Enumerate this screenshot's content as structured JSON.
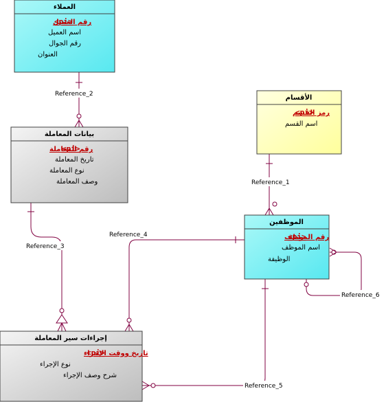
{
  "colors": {
    "line": "#800040",
    "cyan": "#6ff0f0",
    "yellow": "#ffffc0",
    "gray": "#d8d8d8",
    "key": "#c00000"
  },
  "entities": {
    "customers": {
      "title": "العملاء",
      "pk_label": "رقم العميل",
      "pi": "<pi>",
      "attrs": [
        "اسم العميل",
        "رقم الجوال",
        "العنوان"
      ]
    },
    "departments": {
      "title": "الأقسام",
      "pk_label": "رمز القسم",
      "pi": "<pi>",
      "attrs": [
        "اسم القسم"
      ]
    },
    "transactions": {
      "title": "بيانات المعاملة",
      "pk_label": "رقم المعاملة",
      "pi": "<pi>",
      "attrs": [
        "تاريخ المعاملة",
        "نوع المعاملة",
        "وصف المعاملة"
      ]
    },
    "employees": {
      "title": "الموظفين",
      "pk_label": "رقم الموظف",
      "pi": "<pi>",
      "attrs": [
        "اسم الموظف",
        "الوظيفة"
      ]
    },
    "procedures": {
      "title": "إجراءات سير المعاملة",
      "pk_label": "تاريخ ووقت الإجراء",
      "pi": "<pi>",
      "attrs": [
        "نوع الإجراء",
        "شرح وصف الإجراء"
      ]
    }
  },
  "references": {
    "ref1": "Reference_1",
    "ref2": "Reference_2",
    "ref3": "Reference_3",
    "ref4": "Reference_4",
    "ref5": "Reference_5",
    "ref6": "Reference_6"
  }
}
